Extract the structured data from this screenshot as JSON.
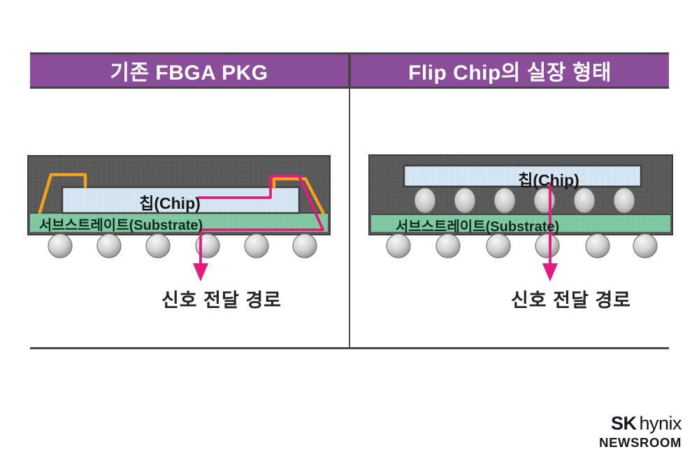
{
  "figure": {
    "panels": [
      {
        "title": "기존 FBGA PKG",
        "chip_label": "칩(Chip)",
        "substrate_label": "서브스트레이트(Substrate)",
        "signal_label": "신호 전달 경로"
      },
      {
        "title": "Flip Chip의 실장 형태",
        "chip_label": "칩(Chip)",
        "substrate_label": "서브스트레이트(Substrate)",
        "signal_label": "신호 전달 경로"
      }
    ],
    "branding": {
      "sk": "SK",
      "hynix": "hynix",
      "newsroom": "NEWSROOM"
    },
    "colors": {
      "header_purple": "#8a4d9a",
      "header_border": "#474247",
      "mold_gray": "#5a5a5a",
      "substrate_green": "#7fc8a1",
      "chip_blue": "#d4e4f0",
      "wire_orange": "#f5a11b",
      "signal_magenta": "#e6197e",
      "rule_gray": "#4a4a4a"
    }
  }
}
